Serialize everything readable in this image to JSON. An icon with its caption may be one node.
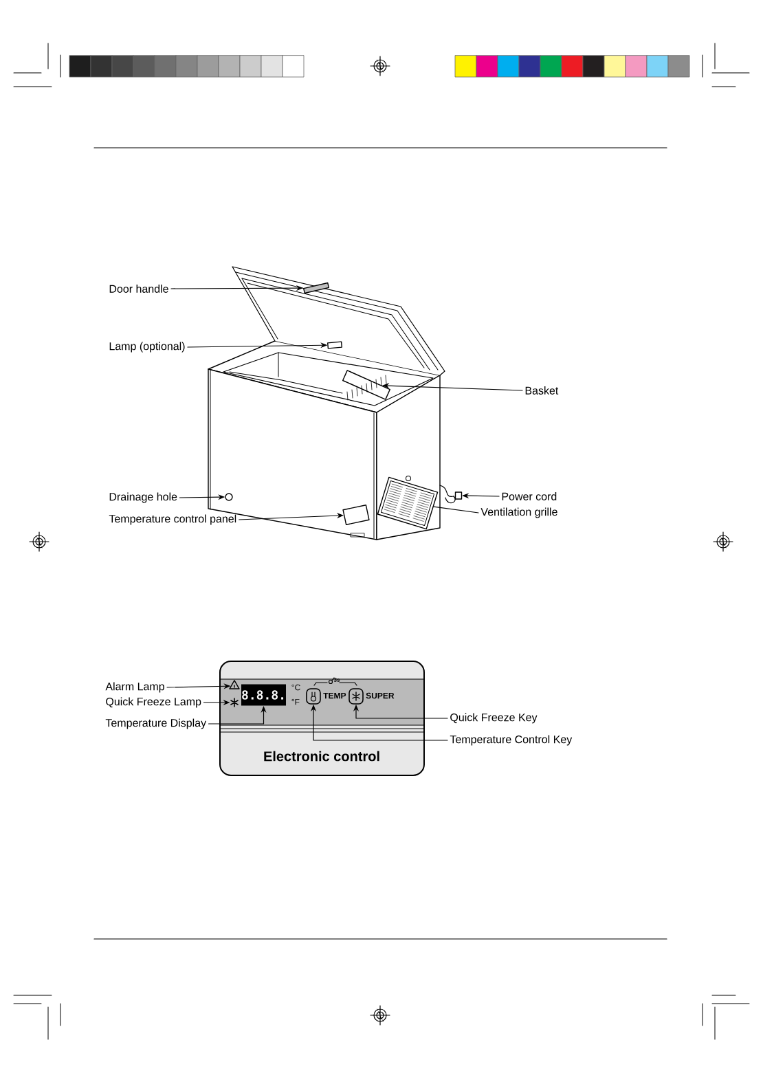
{
  "diagram": {
    "nodes": [
      {
        "text": [
          "Door handle"
        ]
      },
      {
        "text": [
          "Lamp (optional)"
        ]
      },
      {
        "text": [
          "Basket"
        ]
      },
      {
        "text": [
          "Drainage hole"
        ]
      },
      {
        "text": [
          "Power cord"
        ]
      },
      {
        "text": [
          "Temperature control panel"
        ]
      },
      {
        "text": [
          "Ventilation grille"
        ]
      },
      {
        "text": [
          "Electronic control"
        ]
      },
      {
        "text": [],
        "shape": "triangle",
        "in": 7
      },
      {
        "text": [],
        "shape": "snowflake",
        "in": 7
      },
      {
        "text": [
          "8.8.8."
        ],
        "in": 7,
        "beside": [
          "°C",
          "°F"
        ]
      },
      {
        "text": [],
        "shape": "box",
        "in": 7,
        "beside": [
          "TEMP"
        ]
      },
      {
        "text": [],
        "shape": "box",
        "in": 7,
        "beside": [
          "SUPER"
        ]
      },
      {
        "text": [
          "Alarm Lamp"
        ]
      },
      {
        "text": [
          "Quick Freeze Lamp"
        ]
      },
      {
        "text": [
          "Temperature Display"
        ]
      },
      {
        "text": [
          "Quick Freeze Key"
        ]
      },
      {
        "text": [
          "Temperature Control Key"
        ]
      },
      {
        "text": [],
        "shape": "bar"
      },
      {
        "text": [],
        "shape": "box"
      },
      {
        "text": [],
        "shape": "box"
      },
      {
        "text": [],
        "shape": "circle"
      },
      {
        "text": [],
        "shape": "box"
      },
      {
        "text": [],
        "shape": "box"
      },
      {
        "text": [],
        "shape": "box"
      }
    ],
    "edges": [
      {
        "from": 0,
        "to": 18,
        "arrow": "to"
      },
      {
        "from": 1,
        "to": 19,
        "arrow": "to"
      },
      {
        "from": 2,
        "to": 20,
        "arrow": "to"
      },
      {
        "from": 3,
        "to": 21,
        "arrow": "to"
      },
      {
        "from": 4,
        "to": 22,
        "arrow": "to"
      },
      {
        "from": 5,
        "to": 23,
        "arrow": "to"
      },
      {
        "from": 6,
        "to": 24,
        "arrow": "none"
      },
      {
        "from": 13,
        "to": 8,
        "arrow": "to"
      },
      {
        "from": 14,
        "to": 9,
        "arrow": "to"
      },
      {
        "from": 15,
        "to": 10,
        "arrow": "to"
      },
      {
        "from": 16,
        "to": 12,
        "arrow": "to"
      },
      {
        "from": 17,
        "to": 11,
        "arrow": "to"
      }
    ],
    "labels": [
      "3s"
    ]
  }
}
